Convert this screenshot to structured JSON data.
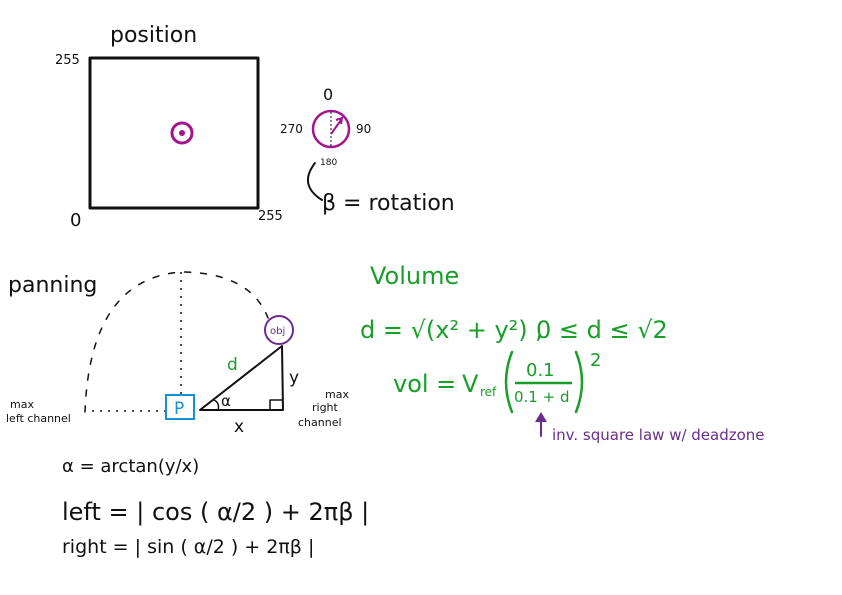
{
  "position_panel": {
    "title": "position",
    "y_max": "255",
    "x_min": "0",
    "x_max": "255",
    "rotation_top": "0",
    "rotation_left": "270",
    "rotation_right": "90",
    "rotation_bottom": "180",
    "rotation_label": "β = rotation"
  },
  "panning_panel": {
    "title": "panning",
    "obj_label": "obj",
    "p_label": "P",
    "d_label": "d",
    "y_label": "y",
    "x_label": "x",
    "alpha_label": "α",
    "max_left": [
      "max",
      "left channel"
    ],
    "max_right": [
      "max",
      "right",
      "channel"
    ],
    "alpha_formula": "α = arctan(y/x)",
    "left_formula": "left = | cos ( α/2 ) + 2πβ |",
    "right_formula": "right = | sin ( α/2 ) + 2πβ |"
  },
  "volume_panel": {
    "title": "Volume",
    "distance_formula": "d = √(x² + y²) ,",
    "range_formula": "0 ≤ d ≤ √2",
    "vol_lhs": "vol =",
    "vref": "V",
    "vref_sub": "ref",
    "numerator": "0.1",
    "denominator": "0.1 + d",
    "exponent": "2",
    "note": "inv. square law w/ deadzone"
  },
  "colors": {
    "ink": "#111111",
    "green": "#1a9e2a",
    "purple": "#6b2d8c",
    "magenta": "#a3158c",
    "blue": "#1a8fd6"
  }
}
